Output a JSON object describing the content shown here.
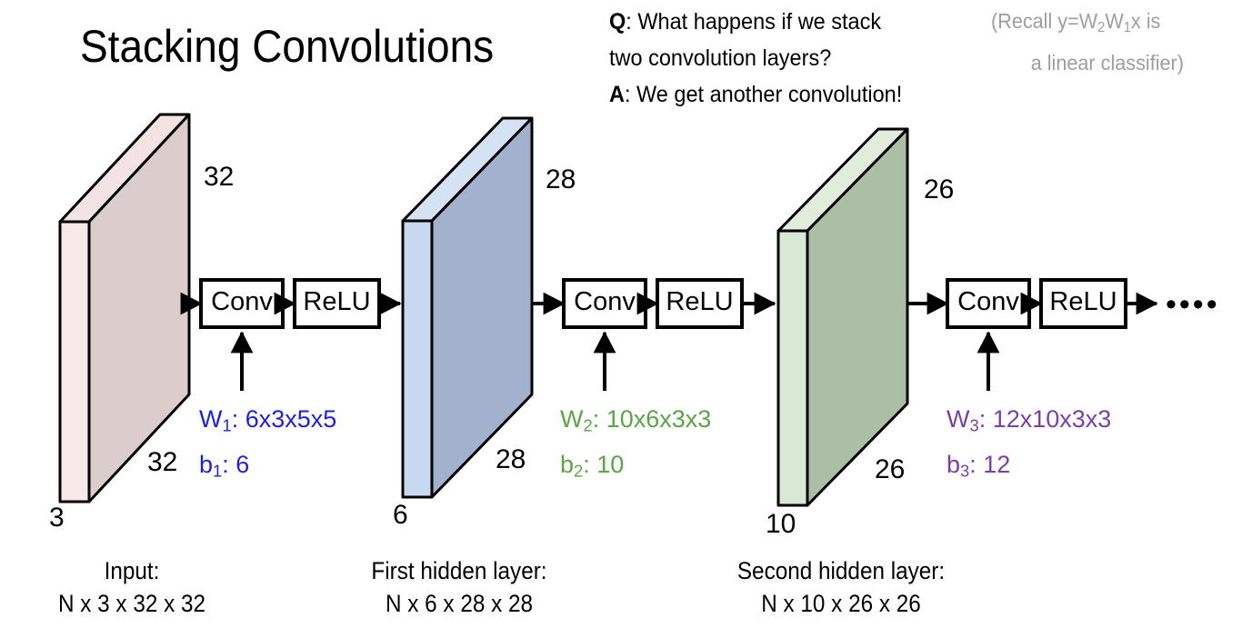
{
  "slide": {
    "title": "Stacking Convolutions",
    "background_color": "#ffffff"
  },
  "question_block": {
    "q_label": "Q",
    "q_text": ": What happens if we stack two convolution layers?",
    "a_label": "A",
    "a_text": ": We get another convolution!",
    "q_line1": ": What happens if we stack",
    "q_line2": "two convolution layers?",
    "a_line1": ": We get another convolution!"
  },
  "recall_note": {
    "line1_pre": "(Recall y=W",
    "line1_sub1": "2",
    "line1_mid": "W",
    "line1_sub2": "1",
    "line1_post": "x is",
    "line2": "a linear classifier)",
    "color": "#9e9e9e"
  },
  "colors": {
    "pink_front": "#dccdcd",
    "pink_side": "#f7e9e8",
    "pink_top": "#f3e4e3",
    "blue_front": "#a3b1cd",
    "blue_side": "#c6d9f0",
    "blue_top": "#d5e2f4",
    "green_front": "#abbfa6",
    "green_side": "#d8e8d4",
    "green_top": "#e0edda",
    "stroke": "#000000",
    "w1_color": "#1f1fe0",
    "w2_color": "#5aa545",
    "w3_color": "#7a3fa8"
  },
  "blocks": [
    {
      "name": "input-volume",
      "depth_label": "3",
      "height_label": "32",
      "width_label": "32",
      "caption_line1": "Input:",
      "caption_line2": "N x 3 x 32 x 32"
    },
    {
      "name": "first-hidden-volume",
      "depth_label": "6",
      "height_label": "28",
      "width_label": "28",
      "caption_line1": "First hidden layer:",
      "caption_line2": "N x 6 x 28 x 28"
    },
    {
      "name": "second-hidden-volume",
      "depth_label": "10",
      "height_label": "26",
      "width_label": "26",
      "caption_line1": "Second hidden layer:",
      "caption_line2": "N x 10 x 26 x 26"
    }
  ],
  "stages": [
    {
      "conv_label": "Conv",
      "relu_label": "ReLU",
      "weight_name": "W",
      "weight_sub": "1",
      "weight_value": ": 6x3x5x5",
      "bias_name": "b",
      "bias_sub": "1",
      "bias_value": ": 6",
      "color": "#1f1fe0"
    },
    {
      "conv_label": "Conv",
      "relu_label": "ReLU",
      "weight_name": "W",
      "weight_sub": "2",
      "weight_value": ": 10x6x3x3",
      "bias_name": "b",
      "bias_sub": "2",
      "bias_value": ": 10",
      "color": "#5aa545"
    },
    {
      "conv_label": "Conv",
      "relu_label": "ReLU",
      "weight_name": "W",
      "weight_sub": "3",
      "weight_value": ": 12x10x3x3",
      "bias_name": "b",
      "bias_sub": "3",
      "bias_value": ": 12",
      "color": "#7a3fa8"
    }
  ],
  "trailing": {
    "dots": "••••"
  }
}
